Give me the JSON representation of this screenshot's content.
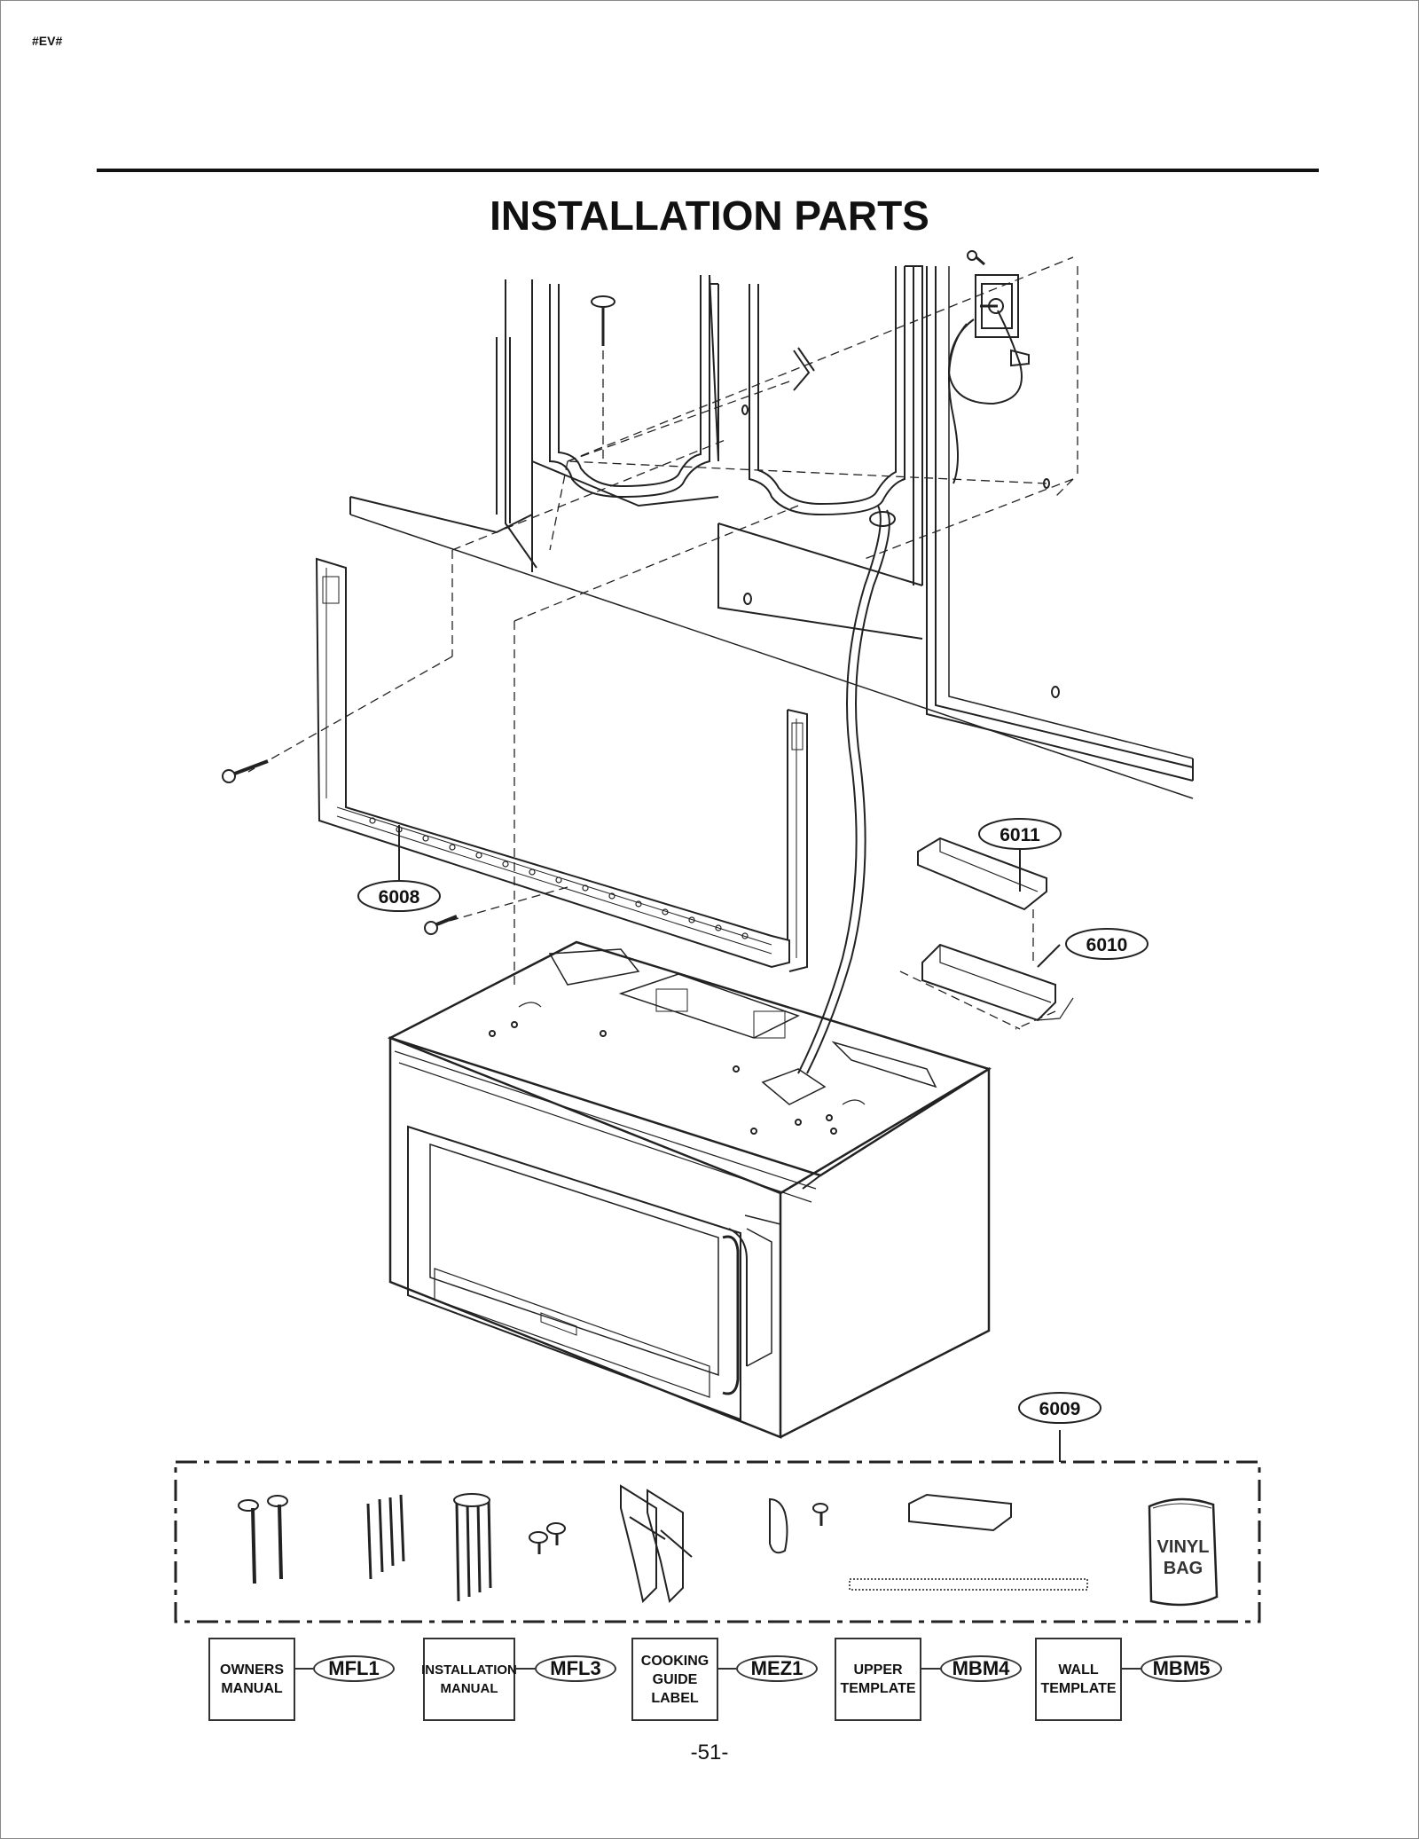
{
  "header": {
    "doc_code": "#EV#",
    "title": "INSTALLATION PARTS"
  },
  "callouts": {
    "p6008": "6008",
    "p6009": "6009",
    "p6010": "6010",
    "p6011": "6011"
  },
  "kit": {
    "vinyl_bag": "VINYL\nBAG"
  },
  "documents": [
    {
      "label": "OWNERS\nMANUAL",
      "code": "MFL1"
    },
    {
      "label": "INSTALLATION\nMANUAL",
      "code": "MFL3"
    },
    {
      "label": "COOKING\nGUIDE\nLABEL",
      "code": "MEZ1"
    },
    {
      "label": "UPPER\nTEMPLATE",
      "code": "MBM4"
    },
    {
      "label": "WALL\nTEMPLATE",
      "code": "MBM5"
    }
  ],
  "footer": {
    "page_number": "-51-"
  }
}
